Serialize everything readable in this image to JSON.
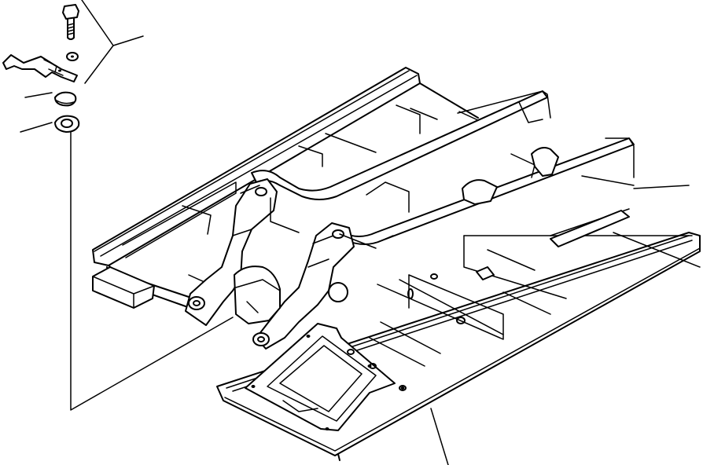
{
  "drawing": {
    "background": "#ffffff",
    "line_color": "#000000",
    "callouts": [
      {
        "id": "bolt-group"
      },
      {
        "id": "cap"
      },
      {
        "id": "washer"
      },
      {
        "id": "right-rail"
      },
      {
        "id": "right-plate"
      },
      {
        "id": "front-frame"
      }
    ]
  }
}
